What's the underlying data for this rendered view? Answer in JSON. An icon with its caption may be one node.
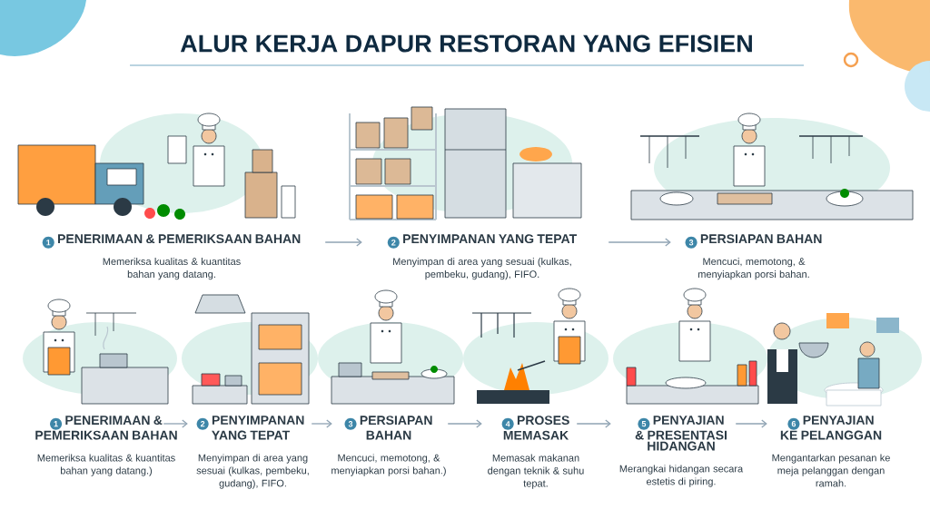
{
  "diagram": {
    "title": "ALUR KERJA DAPUR RESTORAN YANG EFISIEN",
    "nodes": [
      {
        "text": [
          "1",
          "PENERIMAAN & PEMERIKSAAN BAHAN",
          "Memeriksa kualitas & kuantitas bahan yang datang."
        ]
      },
      {
        "text": [
          "2",
          "PENYIMPANAN YANG TEPAT",
          "Menyimpan di area yang sesuai (kulkas, pembeku, gudang), FIFO."
        ]
      },
      {
        "text": [
          "3",
          "PERSIAPAN BAHAN",
          "Mencuci, memotong, & menyiapkan porsi bahan."
        ]
      },
      {
        "text": [
          "1",
          "PENERIMAAN & PEMERIKSAAN BAHAN",
          "Memeriksa kualitas & kuantitas bahan yang datang.)"
        ]
      },
      {
        "text": [
          "2",
          "PENYIMPANAN YANG TEPAT",
          "Menyimpan di area yang sesuai (kulkas, pembeku, gudang), FIFO."
        ]
      },
      {
        "text": [
          "3",
          "PERSIAPAN BAHAN",
          "Mencuci, memotong, & menyiapkan porsi bahan.)"
        ]
      },
      {
        "text": [
          "4",
          "PROSES MEMASAK",
          "Memasak makanan dengan teknik & suhu tepat."
        ]
      },
      {
        "text": [
          "5",
          "PENYAJIAN & PRESENTASI HIDANGAN",
          "Merangkai hidangan secara estetis di piring."
        ]
      },
      {
        "text": [
          "6",
          "PENYAJIAN KE PELANGGAN",
          "Mengantarkan pesanan ke meja pelanggan dengan ramah."
        ]
      }
    ],
    "edges": [
      {
        "from": 0,
        "to": 1,
        "arrow": "to"
      },
      {
        "from": 1,
        "to": 2,
        "arrow": "to"
      },
      {
        "from": 3,
        "to": 4,
        "arrow": "to"
      },
      {
        "from": 4,
        "to": 5,
        "arrow": "to"
      },
      {
        "from": 5,
        "to": 6,
        "arrow": "to"
      },
      {
        "from": 6,
        "to": 7,
        "arrow": "to"
      },
      {
        "from": 7,
        "to": 8,
        "arrow": "to"
      }
    ]
  }
}
